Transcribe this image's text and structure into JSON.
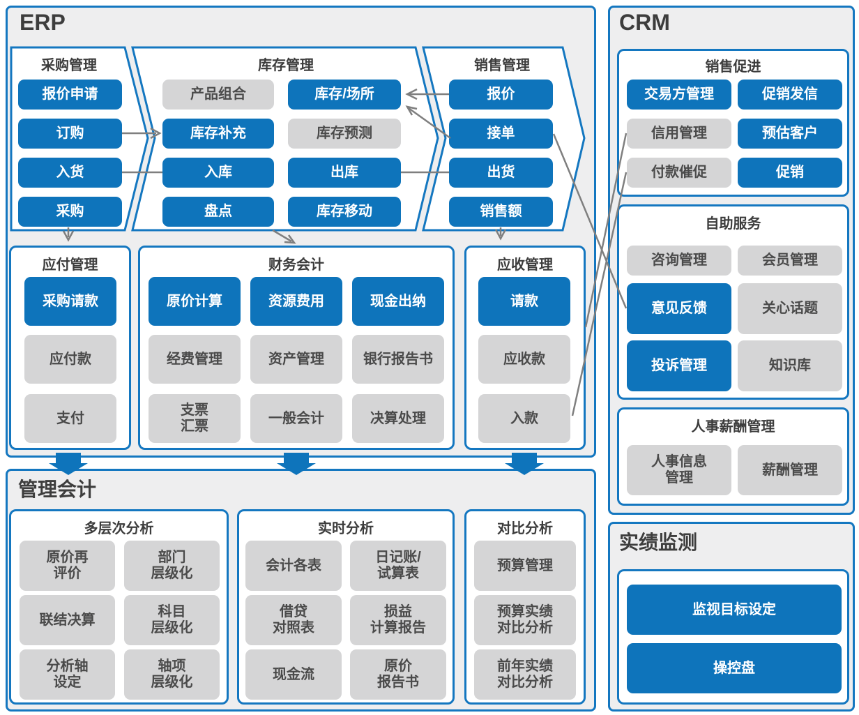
{
  "colors": {
    "accent_blue": "#0e74bb",
    "border_blue": "#1477c0",
    "node_gray": "#d5d5d6",
    "panel_bg": "#eeeeef",
    "connector_gray": "#7f7f7f"
  },
  "panels": {
    "erp": {
      "title": "ERP"
    },
    "crm": {
      "title": "CRM"
    },
    "management_accounting": {
      "title": "管理会计"
    },
    "performance": {
      "title": "实绩监测"
    }
  },
  "erp": {
    "procurement": {
      "title": "采购管理",
      "items": [
        "报价申请",
        "订购",
        "入货",
        "采购"
      ]
    },
    "inventory": {
      "title": "库存管理",
      "items": [
        "产品组合",
        "库存/场所",
        "库存补充",
        "库存预测",
        "入库",
        "出库",
        "盘点",
        "库存移动"
      ]
    },
    "sales": {
      "title": "销售管理",
      "items": [
        "报价",
        "接单",
        "出货",
        "销售额"
      ]
    },
    "payable": {
      "title": "应付管理",
      "items": [
        "采购请款",
        "应付款",
        "支付"
      ]
    },
    "finance": {
      "title": "财务会计",
      "items": [
        "原价计算",
        "资源费用",
        "现金出纳",
        "经费管理",
        "资产管理",
        "银行报告书",
        "支票\n汇票",
        "一般会计",
        "决算处理"
      ]
    },
    "receivable": {
      "title": "应收管理",
      "items": [
        "请款",
        "应收款",
        "入款"
      ]
    }
  },
  "management": {
    "multilevel": {
      "title": "多层次分析",
      "items": [
        "原价再\n评价",
        "部门\n层级化",
        "联结决算",
        "科目\n层级化",
        "分析轴\n设定",
        "轴项\n层级化"
      ]
    },
    "realtime": {
      "title": "实时分析",
      "items": [
        "会计各表",
        "日记账/\n试算表",
        "借贷\n对照表",
        "损益\n计算报告",
        "现金流",
        "原价\n报告书"
      ]
    },
    "compare": {
      "title": "对比分析",
      "items": [
        "预算管理",
        "预算实绩\n对比分析",
        "前年实绩\n对比分析"
      ]
    }
  },
  "crm": {
    "promotion": {
      "title": "销售促进",
      "items": [
        "交易方管理",
        "促销发信",
        "信用管理",
        "预估客户",
        "付款催促",
        "促销"
      ]
    },
    "selfservice": {
      "title": "自助服务",
      "items": [
        "咨询管理",
        "会员管理",
        "意见反馈",
        "关心话题",
        "投诉管理",
        "知识库"
      ]
    },
    "hr": {
      "title": "人事薪酬管理",
      "items": [
        "人事信息\n管理",
        "薪酬管理"
      ]
    }
  },
  "performance": {
    "items": [
      "监视目标设定",
      "操控盘"
    ]
  }
}
